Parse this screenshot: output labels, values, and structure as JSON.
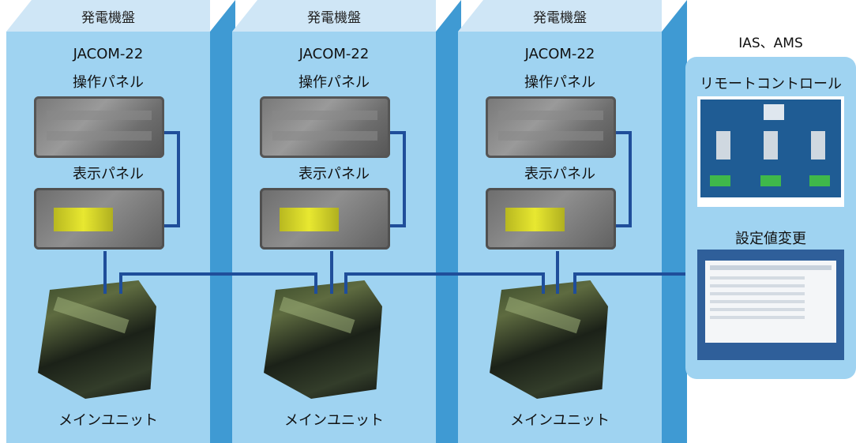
{
  "generators": [
    {
      "title": "発電機盤",
      "model": "JACOM-22",
      "op_panel": "操作パネル",
      "display_panel": "表示パネル",
      "main_unit": "メインユニット"
    },
    {
      "title": "発電機盤",
      "model": "JACOM-22",
      "op_panel": "操作パネル",
      "display_panel": "表示パネル",
      "main_unit": "メインユニット"
    },
    {
      "title": "発電機盤",
      "model": "JACOM-22",
      "op_panel": "操作パネル",
      "display_panel": "表示パネル",
      "main_unit": "メインユニット"
    }
  ],
  "ias": {
    "title": "IAS、AMS",
    "remote_control": "リモートコントロール",
    "setting_change": "設定値変更"
  },
  "colors": {
    "panel_front": "#9fd3f1",
    "panel_top": "#cfe6f6",
    "panel_side": "#3f9ad3",
    "wire": "#1f4e9a"
  }
}
